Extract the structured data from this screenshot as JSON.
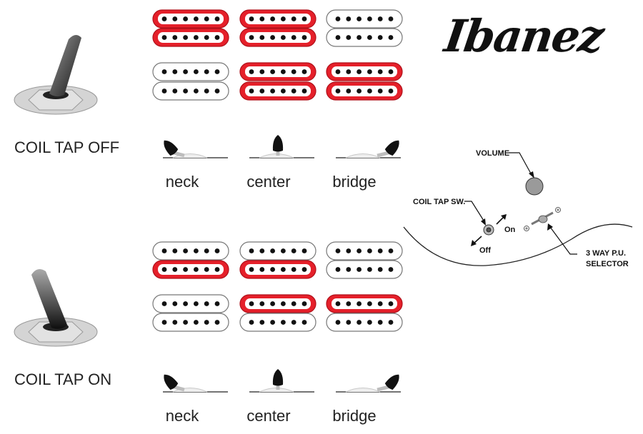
{
  "logo": {
    "text": "Ibanez"
  },
  "states": [
    {
      "label": "COIL TAP OFF",
      "pickups": [
        [
          "red",
          "red",
          "white"
        ],
        [
          "red",
          "red",
          "white"
        ],
        [
          "white",
          "red",
          "red"
        ],
        [
          "white",
          "red",
          "red"
        ]
      ],
      "selector_positions": [
        "neck",
        "center",
        "bridge"
      ]
    },
    {
      "label": "COIL TAP ON",
      "pickups": [
        [
          "white",
          "white",
          "white"
        ],
        [
          "red",
          "red",
          "white"
        ],
        [
          "white",
          "red",
          "red"
        ],
        [
          "white",
          "white",
          "white"
        ]
      ],
      "selector_positions": [
        "neck",
        "center",
        "bridge"
      ]
    }
  ],
  "callouts": {
    "volume": "VOLUME",
    "coil_tap_sw": "COIL TAP SW.",
    "on": "On",
    "off": "Off",
    "selector_line1": "3 WAY P.U.",
    "selector_line2": "SELECTOR"
  },
  "colors": {
    "red": "#e5202a",
    "white": "#ffffff",
    "outline": "#777777",
    "pole": "#111111"
  }
}
